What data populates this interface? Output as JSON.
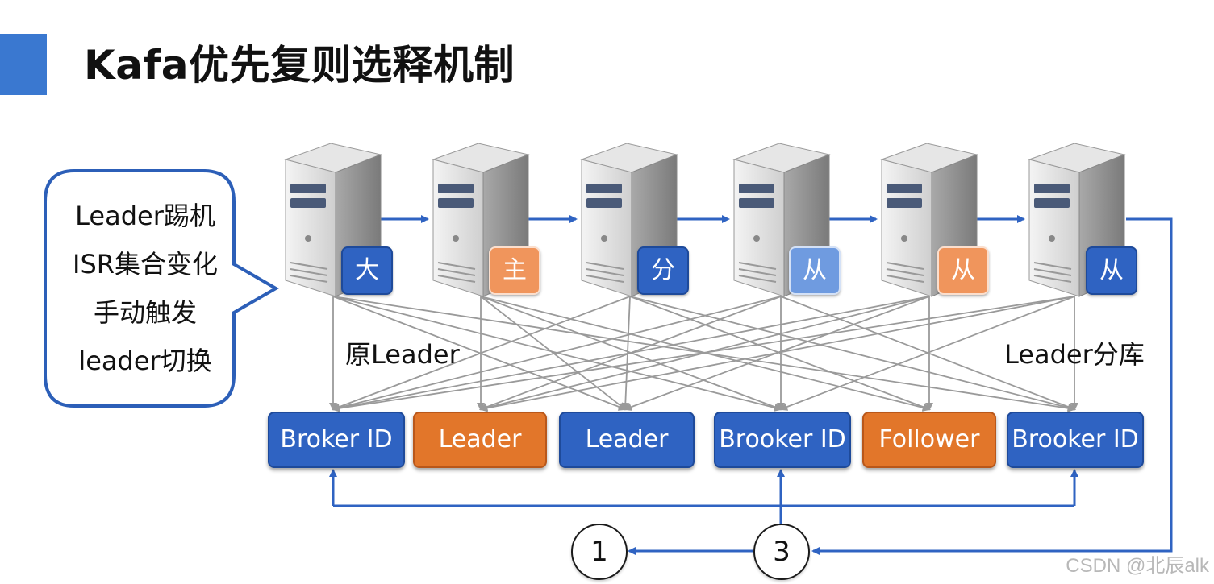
{
  "title": "Kafa优先复则选释机制",
  "bubble": {
    "lines": [
      "Leader踢机",
      "ISR集合变化",
      "手动触发",
      "leader切换"
    ]
  },
  "servers": [
    {
      "chip": "大",
      "chip_style": "blue"
    },
    {
      "chip": "主",
      "chip_style": "lightorange"
    },
    {
      "chip": "分",
      "chip_style": "blue"
    },
    {
      "chip": "从",
      "chip_style": "lightblue"
    },
    {
      "chip": "从",
      "chip_style": "lightorange"
    },
    {
      "chip": "从",
      "chip_style": "blue"
    }
  ],
  "brokers": [
    {
      "label": "Broker ID",
      "style": "blue"
    },
    {
      "label": "Leader",
      "style": "orange"
    },
    {
      "label": "Leader",
      "style": "blue"
    },
    {
      "label": "Brooker ID",
      "style": "blue"
    },
    {
      "label": "Follower",
      "style": "orange"
    },
    {
      "label": "Brooker ID",
      "style": "blue"
    }
  ],
  "labels": {
    "original_leader": "原Leader",
    "leader_shard": "Leader分库"
  },
  "circles": [
    "1",
    "3"
  ],
  "watermark": "CSDN @北辰alk",
  "colors": {
    "accent_blue": "#2f63c2",
    "accent_orange": "#e2762a",
    "arrow_blue": "#2f63c2",
    "arrow_gray": "#9a9a9a"
  }
}
